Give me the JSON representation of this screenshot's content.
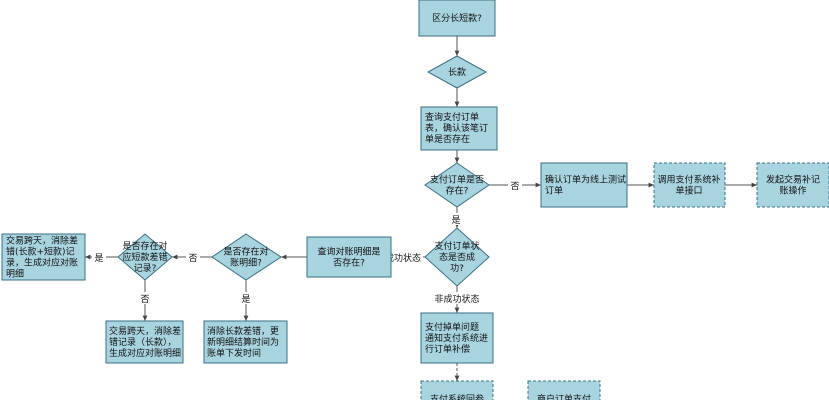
{
  "nodes": {
    "start": {
      "lines": [
        "区分长短款?"
      ]
    },
    "long": {
      "lines": [
        "长款"
      ]
    },
    "query_order": {
      "lines": [
        "查询支付订单",
        "表，确认该笔订",
        "单是否存在"
      ]
    },
    "order_exists": {
      "lines": [
        "支付订单是否",
        "存在?"
      ]
    },
    "confirm_test": {
      "lines": [
        "确认订单为线上测试",
        "订单"
      ]
    },
    "call_iface": {
      "lines": [
        "调用支付系统补",
        "单接口"
      ]
    },
    "trigger_fix": {
      "lines": [
        "发起交易补记",
        "账操作"
      ]
    },
    "order_status": {
      "lines": [
        "支付订单状",
        "态是否成",
        "功?"
      ]
    },
    "query_detail": {
      "lines": [
        "查询对账明细是",
        "否存在?"
      ]
    },
    "detail_exists": {
      "lines": [
        "是否存在对",
        "账明细?"
      ]
    },
    "short_diff": {
      "lines": [
        "是否存在对",
        "应短款差错",
        "记录?"
      ]
    },
    "cross_day": {
      "lines": [
        "交易跨天，消除差",
        "错(长款+短款)记",
        "录，生成对应对账",
        "明细"
      ]
    },
    "gen_detail": {
      "lines": [
        "交易跨天，消除差",
        "错记录（长款），",
        "生成对应对账明细"
      ]
    },
    "eliminate": {
      "lines": [
        "消除长款差错，更",
        "新明细结算时间为",
        "账单下发时间"
      ]
    },
    "notify": {
      "lines": [
        "支付掉单问题",
        "通知支付系统进",
        "行订单补偿"
      ]
    },
    "bottom_left": {
      "lines": [
        "支付系统回参"
      ]
    },
    "bottom_right": {
      "lines": [
        "商户订单支付"
      ]
    }
  },
  "edge_labels": {
    "no1": "否",
    "yes1": "是",
    "success": "成功状态",
    "fail": "非成功状态",
    "no2": "否",
    "yes2": "是",
    "yes3": "是",
    "no3": "否"
  }
}
